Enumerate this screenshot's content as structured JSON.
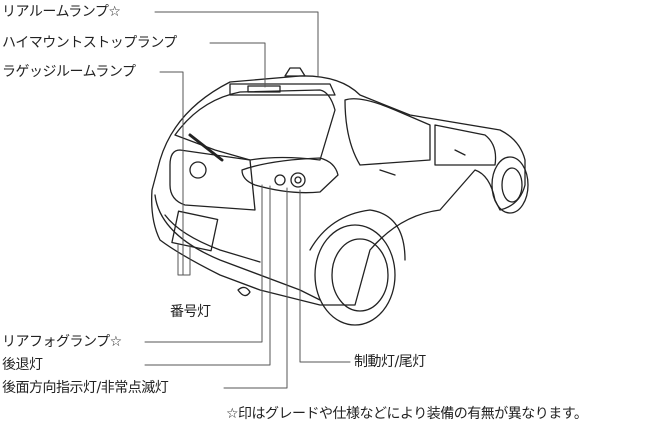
{
  "labels": {
    "rear_room_lamp": "リアルームランプ☆",
    "high_mount_stop_lamp": "ハイマウントストップランプ",
    "luggage_room_lamp": "ラゲッジルームランプ",
    "license_plate_lamp": "番号灯",
    "rear_fog_lamp": "リアフォグランプ☆",
    "backup_lamp": "後退灯",
    "turn_hazard_lamp": "後面方向指示灯/非常点滅灯",
    "brake_tail_lamp": "制動灯/尾灯"
  },
  "footnote": "☆印はグレードや仕様などにより装備の有無が異なります。"
}
